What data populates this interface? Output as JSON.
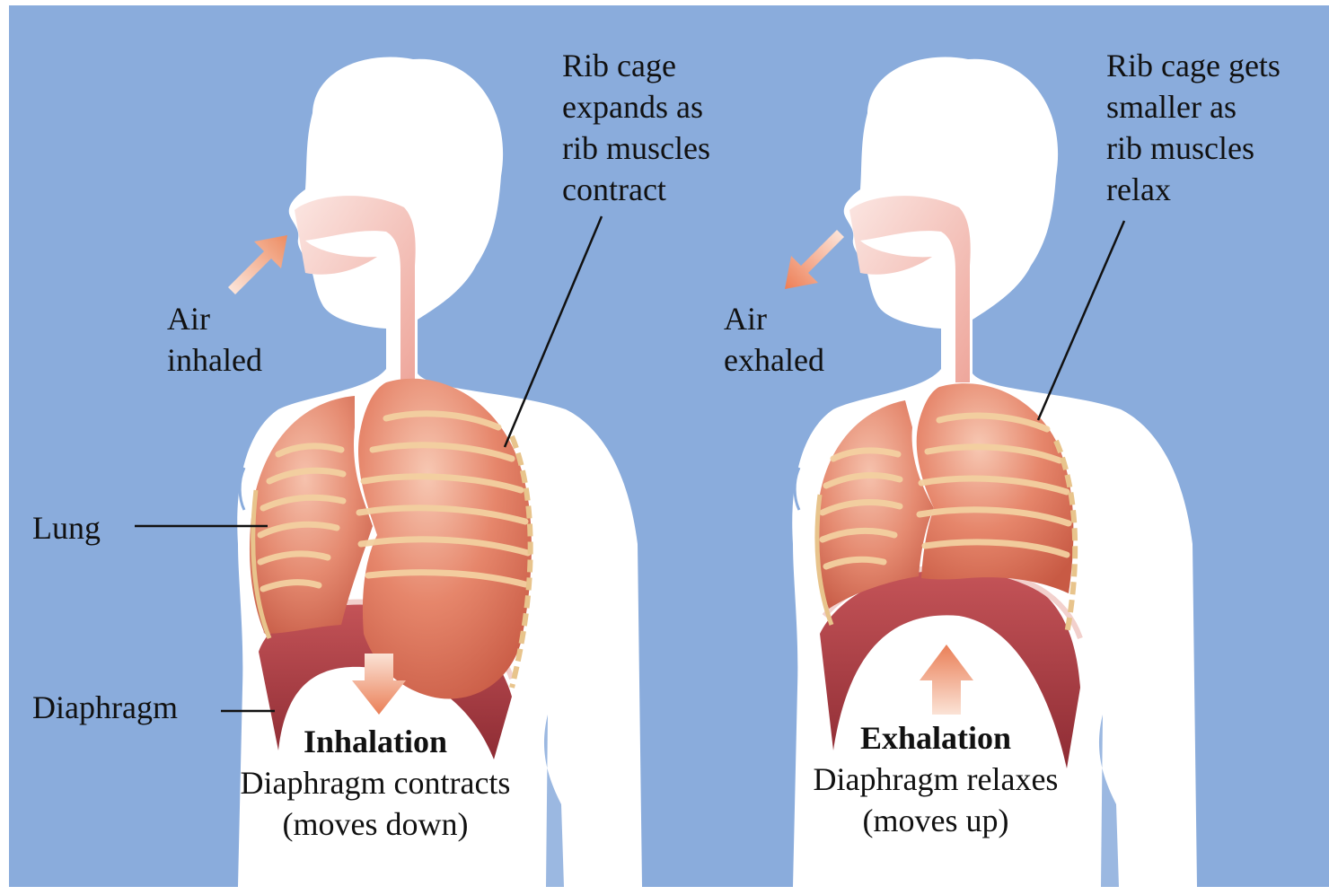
{
  "colors": {
    "background": "#8aacdc",
    "silhouette": "#ffffff",
    "lung": "#e0765e",
    "lung_highlight": "#f3b7a2",
    "rib": "#f3cf9b",
    "diaphragm": "#a83a3e",
    "airway": "#f0bdb4",
    "arrow": "#ec8a63"
  },
  "icons": {
    "inhale_arrow": "arrow-up-right",
    "exhale_arrow": "arrow-down-left",
    "down_arrow": "arrow-down",
    "up_arrow": "arrow-up"
  },
  "inhalation": {
    "air_label": "Air\ninhaled",
    "rib_label": "Rib cage\nexpands as\nrib muscles\ncontract",
    "lung_label": "Lung",
    "diaphragm_label": "Diaphragm",
    "title": "Inhalation",
    "caption": "Diaphragm contracts\n(moves down)"
  },
  "exhalation": {
    "air_label": "Air\nexhaled",
    "rib_label": "Rib cage gets\nsmaller as\nrib muscles\nrelax",
    "title": "Exhalation",
    "caption": "Diaphragm relaxes\n(moves up)"
  }
}
